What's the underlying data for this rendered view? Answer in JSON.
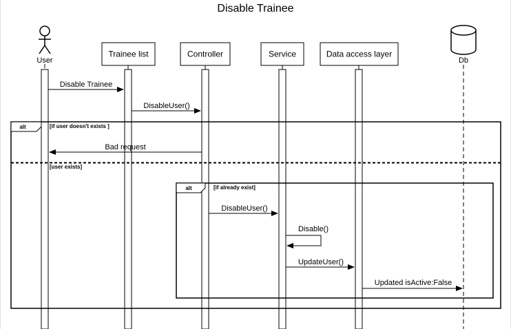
{
  "title": "Disable Trainee",
  "participants": [
    {
      "id": "user",
      "label": "User",
      "kind": "actor"
    },
    {
      "id": "trainee-list",
      "label": "Trainee list",
      "kind": "box"
    },
    {
      "id": "controller",
      "label": "Controller",
      "kind": "box"
    },
    {
      "id": "service",
      "label": "Service",
      "kind": "box"
    },
    {
      "id": "dal",
      "label": "Data access layer",
      "kind": "box"
    },
    {
      "id": "db",
      "label": "Db",
      "kind": "database"
    }
  ],
  "messages": [
    {
      "id": "msg-disable-trainee",
      "from": "user",
      "to": "trainee-list",
      "label": "Disable Trainee"
    },
    {
      "id": "msg-disableuser-1",
      "from": "trainee-list",
      "to": "controller",
      "label": "DisableUser()"
    },
    {
      "id": "msg-bad-request",
      "from": "controller",
      "to": "user",
      "label": "Bad request"
    },
    {
      "id": "msg-disableuser-2",
      "from": "controller",
      "to": "service",
      "label": "DisableUser()"
    },
    {
      "id": "msg-disable",
      "from": "service",
      "to": "service",
      "label": "Disable()"
    },
    {
      "id": "msg-updateuser",
      "from": "service",
      "to": "dal",
      "label": "UpdateUser()"
    },
    {
      "id": "msg-updated",
      "from": "dal",
      "to": "db",
      "label": "Updated isActive:False"
    }
  ],
  "fragments": {
    "outer": {
      "operator": "alt",
      "guard1": "[if user doesn't exists ]",
      "guard2": "[user exists]"
    },
    "inner": {
      "operator": "alt",
      "guard": "[if already exist]"
    }
  }
}
